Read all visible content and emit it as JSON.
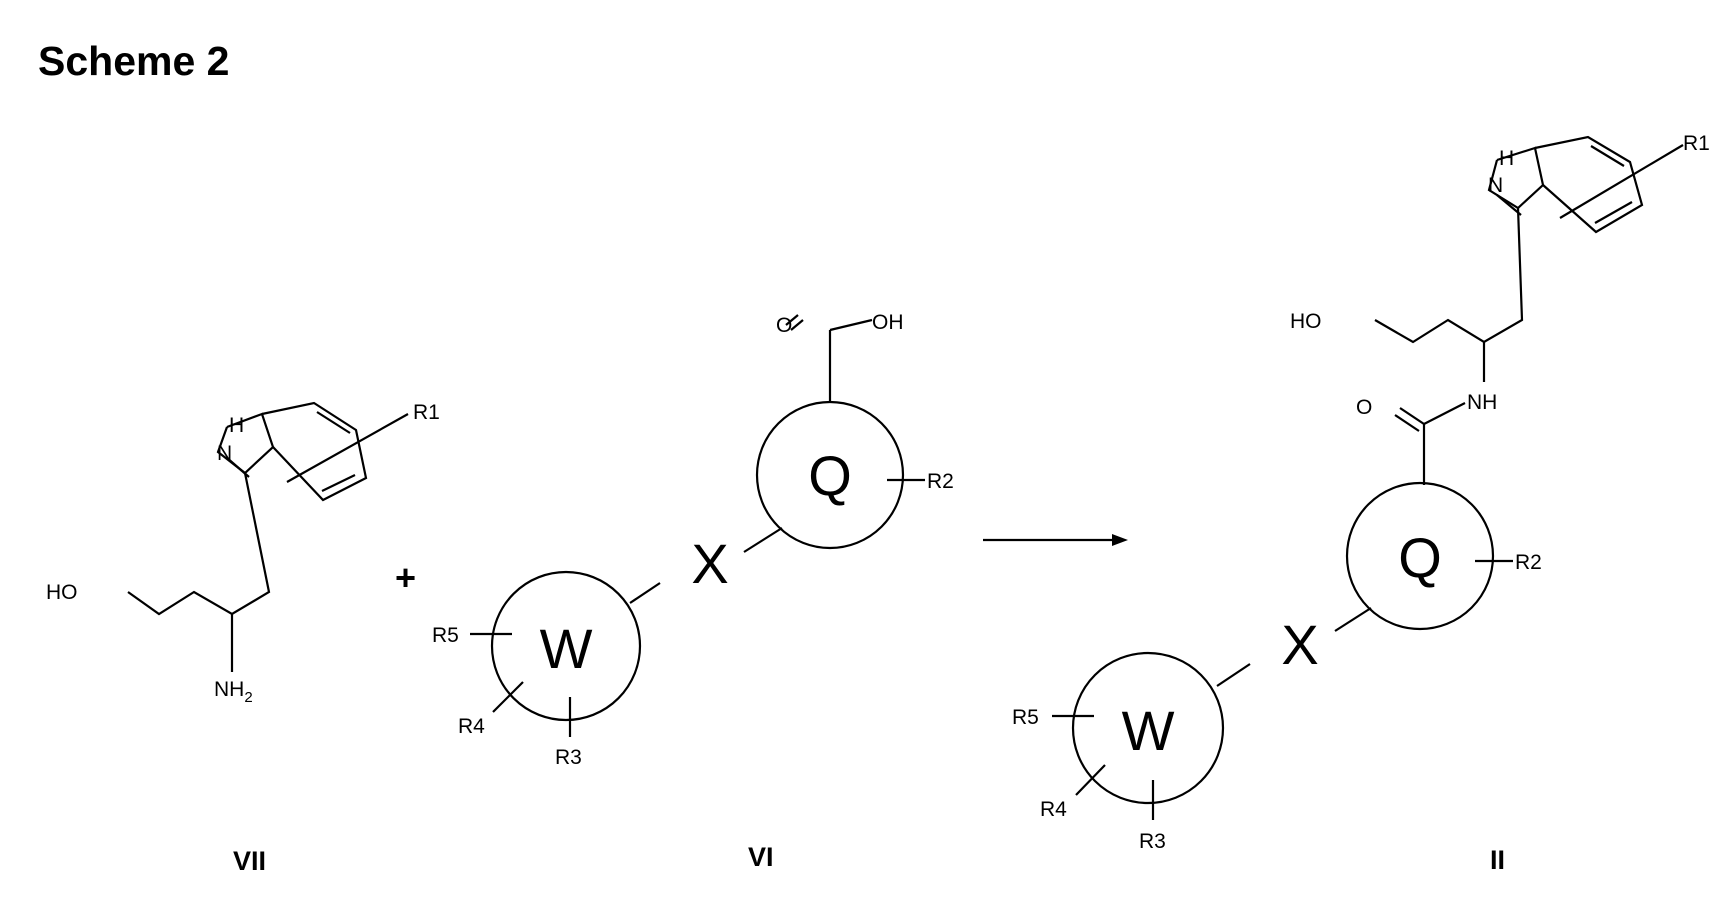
{
  "title": "Scheme 2",
  "compounds": {
    "vii": {
      "label": "VII",
      "ho": "HO",
      "nh": "NH",
      "h": "H",
      "sub": "2",
      "n": "N",
      "r1": "R1"
    },
    "plus": "+",
    "vi": {
      "label": "VI",
      "o": "O",
      "oh": "OH",
      "q": "Q",
      "r2": "R2",
      "x": "X",
      "w": "W",
      "r5": "R5",
      "r4": "R4",
      "r3": "R3"
    },
    "ii": {
      "label": "II",
      "h": "H",
      "n": "N",
      "r1": "R1",
      "ho": "HO",
      "o": "O",
      "nh": "NH",
      "q": "Q",
      "r2": "R2",
      "x": "X",
      "w": "W",
      "r5": "R5",
      "r4": "R4",
      "r3": "R3"
    }
  }
}
